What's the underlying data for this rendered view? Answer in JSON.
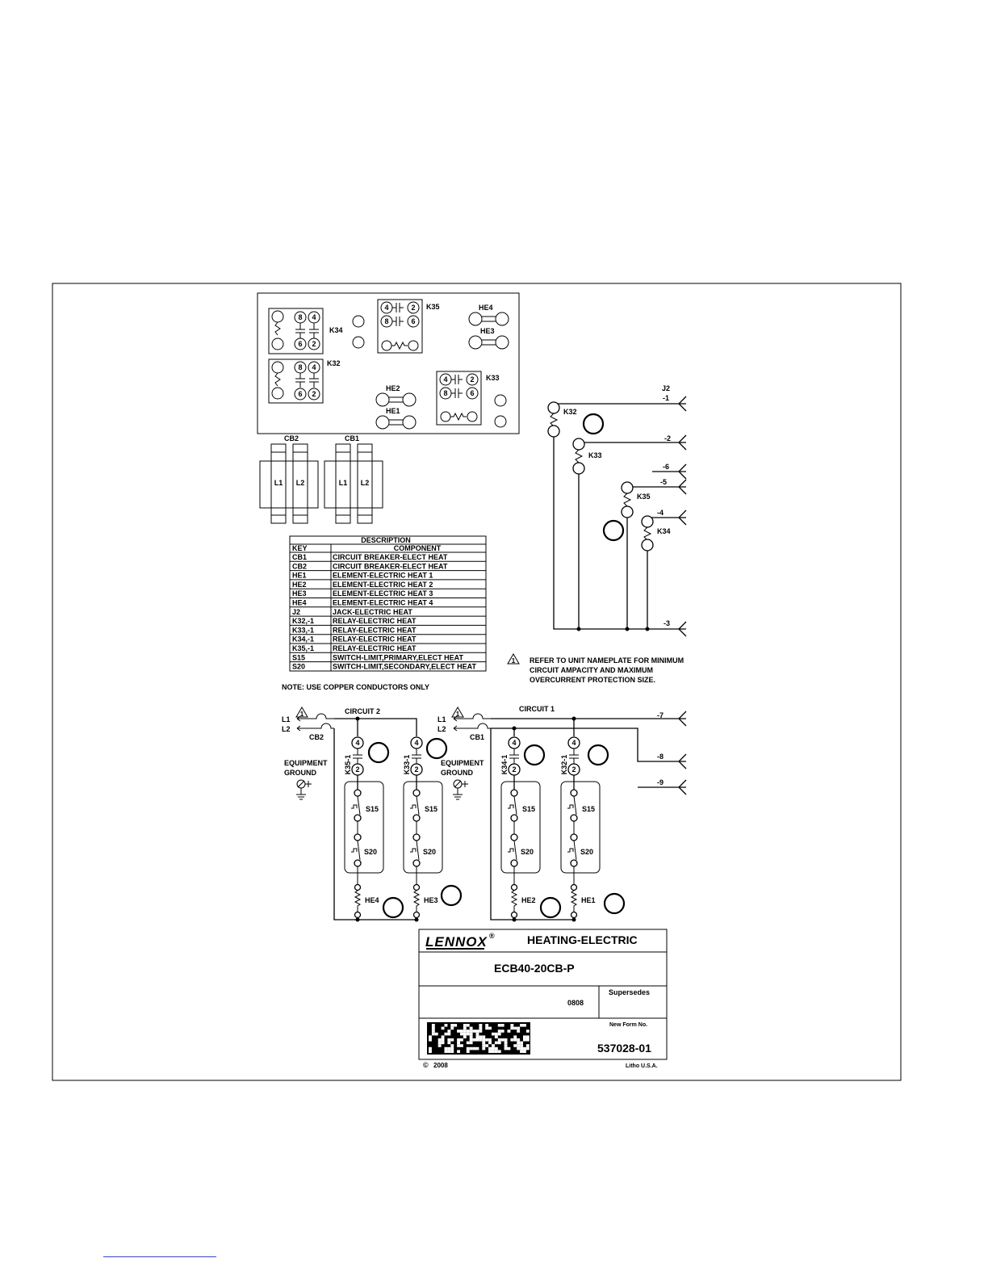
{
  "board": {
    "relays": {
      "k35": "K35",
      "k34": "K34",
      "k32": "K32",
      "k33": "K33"
    },
    "elements": {
      "he4": "HE4",
      "he3": "HE3",
      "he2": "HE2",
      "he1": "HE1"
    },
    "terminal_numbers": {
      "four": "4",
      "two": "2",
      "eight": "8",
      "six": "6"
    }
  },
  "breakers": {
    "cb2": {
      "label": "CB2",
      "l1": "L1",
      "l2": "L2"
    },
    "cb1": {
      "label": "CB1",
      "l1": "L1",
      "l2": "L2"
    }
  },
  "legend": {
    "title": "DESCRIPTION",
    "headers": {
      "key": "KEY",
      "component": "COMPONENT"
    },
    "rows": [
      {
        "key": "CB1",
        "component": "CIRCUIT BREAKER-ELECT HEAT"
      },
      {
        "key": "CB2",
        "component": "CIRCUIT BREAKER-ELECT HEAT"
      },
      {
        "key": "HE1",
        "component": "ELEMENT-ELECTRIC HEAT 1"
      },
      {
        "key": "HE2",
        "component": "ELEMENT-ELECTRIC HEAT 2"
      },
      {
        "key": "HE3",
        "component": "ELEMENT-ELECTRIC HEAT 3"
      },
      {
        "key": "HE4",
        "component": "ELEMENT-ELECTRIC HEAT 4"
      },
      {
        "key": "J2",
        "component": "JACK-ELECTRIC HEAT"
      },
      {
        "key": "K32,-1",
        "component": "RELAY-ELECTRIC HEAT"
      },
      {
        "key": "K33,-1",
        "component": "RELAY-ELECTRIC HEAT"
      },
      {
        "key": "K34,-1",
        "component": "RELAY-ELECTRIC HEAT"
      },
      {
        "key": "K35,-1",
        "component": "RELAY-ELECTRIC HEAT"
      },
      {
        "key": "S15",
        "component": "SWITCH-LIMIT,PRIMARY,ELECT HEAT"
      },
      {
        "key": "S20",
        "component": "SWITCH-LIMIT,SECONDARY,ELECT HEAT"
      }
    ]
  },
  "notes": {
    "copper": "NOTE: USE COPPER CONDUCTORS ONLY",
    "warning_mark": "1",
    "nameplate": [
      "REFER TO UNIT NAMEPLATE FOR MINIMUM",
      "CIRCUIT AMPACITY AND MAXIMUM",
      "OVERCURRENT PROTECTION SIZE."
    ]
  },
  "control": {
    "jack": "J2",
    "pins": {
      "p1": "-1",
      "p2": "-2",
      "p6": "-6",
      "p5": "-5",
      "p4": "-4",
      "p3": "-3",
      "p7": "-7",
      "p8": "-8",
      "p9": "-9"
    },
    "coils": {
      "k32": "K32",
      "k33": "K33",
      "k35": "K35",
      "k34": "K34"
    }
  },
  "power": {
    "circuit2": "CIRCUIT 2",
    "circuit1": "CIRCUIT 1",
    "l1": "L1",
    "l2": "L2",
    "cb2": "CB2",
    "cb1": "CB1",
    "ground": [
      "EQUIPMENT",
      "GROUND"
    ],
    "contacts": {
      "k35": "K35-1",
      "k33": "K33-1",
      "k34": "K34-1",
      "k32": "K32-1"
    },
    "switches": {
      "s15": "S15",
      "s20": "S20"
    },
    "elements": {
      "he4": "HE4",
      "he3": "HE3",
      "he2": "HE2",
      "he1": "HE1"
    },
    "terminal_a": "4",
    "terminal_b": "2"
  },
  "title_block": {
    "brand": "LENNOX",
    "registered": "®",
    "title": "HEATING-ELECTRIC",
    "model": "ECB40-20CB-P",
    "supersedes_label": "Supersedes",
    "date_code": "0808",
    "new_form_label": "New Form No.",
    "form_number": "537028-01",
    "copyright": "2008",
    "copyright_symbol": "©",
    "litho": "Litho U.S.A."
  }
}
